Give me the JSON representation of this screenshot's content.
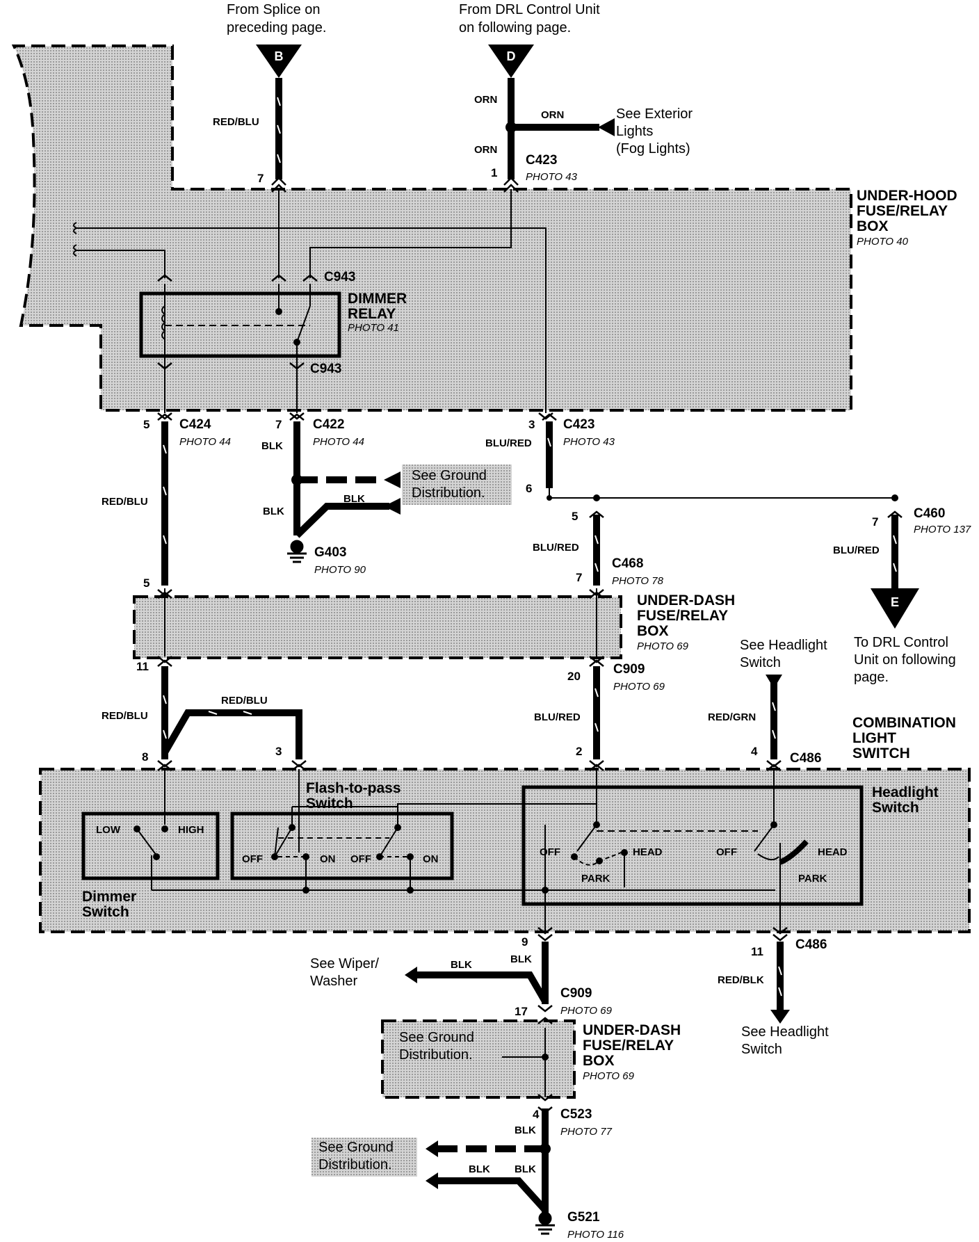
{
  "refs": {
    "B": {
      "letter": "B",
      "note_line1": "From Splice on",
      "note_line2": "preceding page."
    },
    "D": {
      "letter": "D",
      "note_line1": "From DRL Control Unit",
      "note_line2": "on following page."
    },
    "E": {
      "letter": "E",
      "note_line1": "To DRL Control",
      "note_line2": "Unit on following",
      "note_line3": "page."
    }
  },
  "boxes": {
    "underhood": {
      "line1": "UNDER-HOOD",
      "line2": "FUSE/RELAY",
      "line3": "BOX",
      "photo": "PHOTO 40"
    },
    "dimmer_relay": {
      "line1": "DIMMER",
      "line2": "RELAY",
      "photo": "PHOTO 41"
    },
    "underdash1": {
      "line1": "UNDER-DASH",
      "line2": "FUSE/RELAY",
      "line3": "BOX",
      "photo": "PHOTO 69"
    },
    "underdash2": {
      "line1": "UNDER-DASH",
      "line2": "FUSE/RELAY",
      "line3": "BOX",
      "photo": "PHOTO 69"
    },
    "combination": {
      "line1": "COMBINATION",
      "line2": "LIGHT",
      "line3": "SWITCH"
    }
  },
  "connectors": {
    "c423_top": {
      "id": "C423",
      "photo": "PHOTO 43"
    },
    "c943_top": {
      "id": "C943"
    },
    "c943_bot": {
      "id": "C943"
    },
    "c424": {
      "id": "C424",
      "photo": "PHOTO 44"
    },
    "c422": {
      "id": "C422",
      "photo": "PHOTO 44"
    },
    "c423_mid": {
      "id": "C423",
      "photo": "PHOTO 43"
    },
    "c460": {
      "id": "C460",
      "photo": "PHOTO 137"
    },
    "c468": {
      "id": "C468",
      "photo": "PHOTO 78"
    },
    "c909_top": {
      "id": "C909",
      "photo": "PHOTO 69"
    },
    "c486_top": {
      "id": "C486"
    },
    "c486_bot": {
      "id": "C486"
    },
    "c909_bot": {
      "id": "C909",
      "photo": "PHOTO 69"
    },
    "c523": {
      "id": "C523",
      "photo": "PHOTO 77"
    },
    "g403": {
      "id": "G403",
      "photo": "PHOTO 90"
    },
    "g521": {
      "id": "G521",
      "photo": "PHOTO 116"
    }
  },
  "pins": {
    "p7a": "7",
    "p1a": "1",
    "p5a": "5",
    "p7b": "7",
    "p3a": "3",
    "p6a": "6",
    "p5b": "5",
    "p7c": "7",
    "p5c": "5",
    "p7d": "7",
    "p11a": "11",
    "p20a": "20",
    "p8a": "8",
    "p3b": "3",
    "p2a": "2",
    "p4a": "4",
    "p9a": "9",
    "p11b": "11",
    "p17a": "17",
    "p4b": "4"
  },
  "wires": {
    "w_redblu_1": "RED/BLU",
    "w_orn_1": "ORN",
    "w_orn_2": "ORN",
    "w_orn_3": "ORN",
    "w_blk_1": "BLK",
    "w_blk_2": "BLK",
    "w_blk_3": "BLK",
    "w_bluredd_1": "BLU/RED",
    "w_redblu_2": "RED/BLU",
    "w_bluredd_2": "BLU/RED",
    "w_bluredd_3": "BLU/RED",
    "w_redblu_3": "RED/BLU",
    "w_redblu_4": "RED/BLU",
    "w_bluredd_4": "BLU/RED",
    "w_redgrn": "RED/GRN",
    "w_blk_4": "BLK",
    "w_blk_5": "BLK",
    "w_redblk": "RED/BLK",
    "w_blk_6": "BLK",
    "w_blk_7": "BLK",
    "w_blk_8": "BLK"
  },
  "notes": {
    "ext_lights_1": "See Exterior",
    "ext_lights_2": "Lights",
    "ext_lights_3": "(Fog Lights)",
    "ground1_1": "See Ground",
    "ground1_2": "Distribution.",
    "headlight_sw_top_1": "See Headlight",
    "headlight_sw_top_2": "Switch",
    "wiper_1": "See Wiper/",
    "wiper_2": "Washer",
    "ground2_1": "See Ground",
    "ground2_2": "Distribution.",
    "headlight_sw_bot_1": "See Headlight",
    "headlight_sw_bot_2": "Switch",
    "ground3_1": "See Ground",
    "ground3_2": "Distribution."
  },
  "switches": {
    "flash_title_1": "Flash-to-pass",
    "flash_title_2": "Switch",
    "headlight_title_1": "Headlight",
    "headlight_title_2": "Switch",
    "dimmer_title_1": "Dimmer",
    "dimmer_title_2": "Switch",
    "low": "LOW",
    "high": "HIGH",
    "off1": "OFF",
    "on1": "ON",
    "off2": "OFF",
    "on2": "ON",
    "off3": "OFF",
    "head1": "HEAD",
    "park1": "PARK",
    "off4": "OFF",
    "head2": "HEAD",
    "park2": "PARK"
  }
}
